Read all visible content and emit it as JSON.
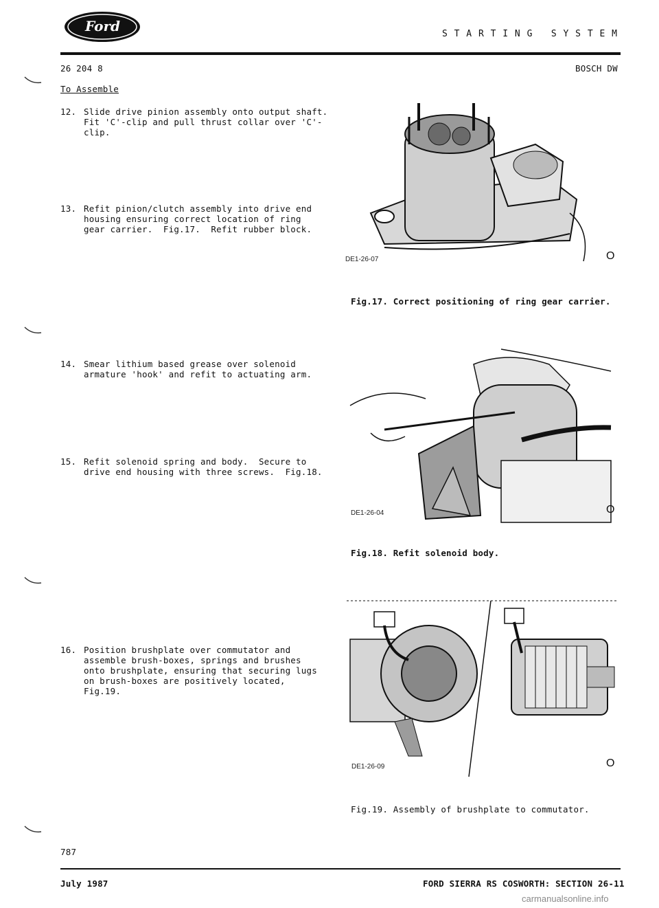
{
  "header": {
    "logo_text": "Ford",
    "section_title": "S T A R T I N G   S Y S T E M",
    "doc_ref": "26 204 8",
    "variant": "BOSCH DW"
  },
  "subheading": "To Assemble",
  "steps": [
    {
      "num": "12.",
      "text": "Slide drive pinion assembly onto output shaft.\nFit 'C'-clip and pull thrust collar over 'C'-\nclip."
    },
    {
      "num": "13.",
      "text": "Refit pinion/clutch assembly into drive end\nhousing ensuring correct location of ring\ngear carrier.  Fig.17.  Refit rubber block."
    },
    {
      "num": "14.",
      "text": "Smear lithium based grease over solenoid\narmature 'hook' and refit to actuating arm."
    },
    {
      "num": "15.",
      "text": "Refit solenoid spring and body.  Secure to\ndrive end housing with three screws.  Fig.18."
    },
    {
      "num": "16.",
      "text": "Position brushplate over commutator and\nassemble brush-boxes, springs and brushes\nonto brushplate, ensuring that securing lugs\non brush-boxes are positively located,\nFig.19."
    }
  ],
  "figures": [
    {
      "label": "DE1-26-07",
      "mark": "O",
      "caption": "Fig.17. Correct positioning of ring gear carrier."
    },
    {
      "label": "DE1-26-04",
      "mark": "O",
      "caption": "Fig.18. Refit solenoid body."
    },
    {
      "label": "DE1-26-09",
      "mark": "O",
      "caption": "Fig.19. Assembly of brushplate to commutator."
    }
  ],
  "footer": {
    "page_number": "787",
    "date": "July 1987",
    "manual": "FORD SIERRA RS COSWORTH: SECTION 26-11",
    "watermark": "carmanualsonline.info"
  }
}
